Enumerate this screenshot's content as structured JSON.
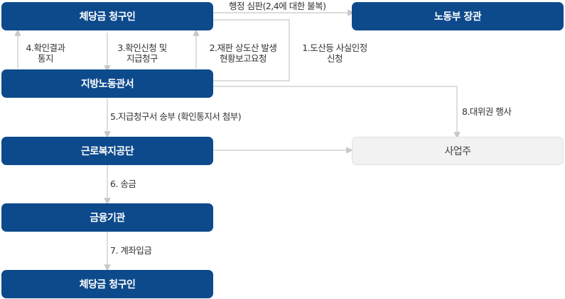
{
  "nodes": {
    "claimant_top": "체당금 청구인",
    "minister": "노동부 장관",
    "labor_office": "지방노동관서",
    "employer": "사업주",
    "welfare_corp": "근로복지공단",
    "bank": "금융기관",
    "claimant_bottom": "체당금 청구인"
  },
  "edges": {
    "admin_review": "행정 심판(2,4에 대한 불복)",
    "step1_line1": "1.도산등 사실인정",
    "step1_line2": "신청",
    "step2_line1": "2.재판 상도산 발생",
    "step2_line2": "현황보고요청",
    "step3_line1": "3.확인신청 및",
    "step3_line2": "지급청구",
    "step4_line1": "4.확인결과",
    "step4_line2": "통지",
    "step5": "5.지급청구서 송부 (확인통지서 첨부)",
    "step6": "6. 송금",
    "step7": "7. 계좌입금",
    "step8": "8.대위권 행사"
  },
  "colors": {
    "node_fill": "#0d4a8c",
    "node_text": "#ffffff",
    "light_node_fill": "#f2f2f2",
    "connector": "#c8c8c8"
  }
}
